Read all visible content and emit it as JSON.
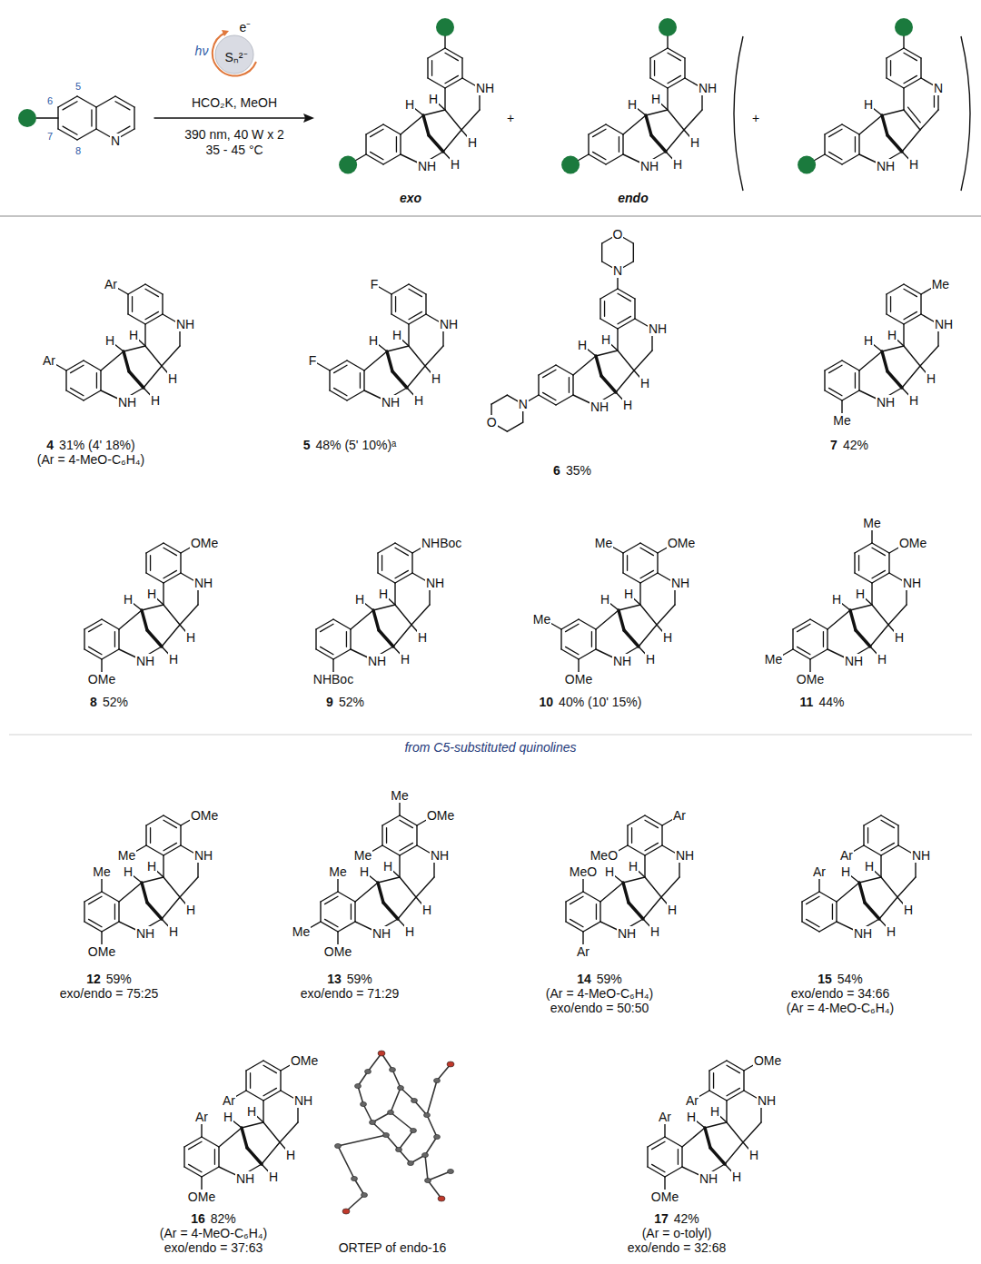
{
  "diagram": {
    "labels": [
      "5",
      "6",
      "7",
      "8",
      "N",
      "hν",
      "e⁻",
      "Sₙ²⁻",
      "HCO₂K, MeOH",
      "390 nm, 40 W x 2",
      "35 - 45 °C",
      "H",
      "H",
      "NH",
      "H",
      "NH",
      "H",
      "exo",
      "+",
      "H",
      "H",
      "NH",
      "H",
      "NH",
      "H",
      "endo",
      "+",
      "H",
      "N",
      "NH",
      "H",
      "Ar",
      "Ar",
      "H",
      "H",
      "NH",
      "H",
      "NH",
      "H",
      "4",
      "31% (4' 18%)",
      "(Ar = 4-MeO-C₆H₄)",
      "F",
      "F",
      "H",
      "H",
      "NH",
      "H",
      "NH",
      "H",
      "5",
      "48% (5' 10%)ᵃ",
      "N",
      "O",
      "N",
      "O",
      "H",
      "H",
      "NH",
      "H",
      "NH",
      "H",
      "6",
      "35%",
      "Me",
      "Me",
      "H",
      "H",
      "NH",
      "H",
      "NH",
      "H",
      "7",
      "42%",
      "OMe",
      "OMe",
      "H",
      "H",
      "NH",
      "H",
      "NH",
      "H",
      "8",
      "52%",
      "NHBoc",
      "NHBoc",
      "H",
      "H",
      "NH",
      "H",
      "NH",
      "H",
      "9",
      "52%",
      "Me",
      "OMe",
      "Me",
      "OMe",
      "H",
      "H",
      "NH",
      "H",
      "NH",
      "H",
      "10",
      "40% (10' 15%)",
      "Me",
      "OMe",
      "Me",
      "OMe",
      "H",
      "H",
      "NH",
      "H",
      "NH",
      "H",
      "11",
      "44%",
      "from C5-substituted quinolines",
      "Me",
      "OMe",
      "Me",
      "OMe",
      "H",
      "H",
      "NH",
      "H",
      "NH",
      "H",
      "12",
      "59%",
      "exo/endo = 75:25",
      "Me",
      "Me",
      "OMe",
      "Me",
      "Me",
      "OMe",
      "H",
      "H",
      "NH",
      "H",
      "NH",
      "H",
      "13",
      "59%",
      "exo/endo = 71:29",
      "MeO",
      "Ar",
      "MeO",
      "Ar",
      "H",
      "H",
      "NH",
      "H",
      "NH",
      "H",
      "14",
      "59%",
      "(Ar = 4-MeO-C₆H₄)",
      "exo/endo = 50:50",
      "Ar",
      "Ar",
      "H",
      "H",
      "NH",
      "H",
      "NH",
      "H",
      "15",
      "54%",
      "exo/endo = 34:66",
      "(Ar = 4-MeO-C₆H₄)",
      "Ar",
      "OMe",
      "Ar",
      "OMe",
      "H",
      "H",
      "NH",
      "H",
      "NH",
      "H",
      "16",
      "82%",
      "(Ar = 4-MeO-C₆H₄)",
      "exo/endo = 37:63",
      "ORTEP of endo-16",
      "Ar",
      "OMe",
      "Ar",
      "OMe",
      "H",
      "H",
      "NH",
      "H",
      "NH",
      "H",
      "17",
      "42%",
      "(Ar = o-tolyl)",
      "exo/endo = 32:68"
    ]
  }
}
